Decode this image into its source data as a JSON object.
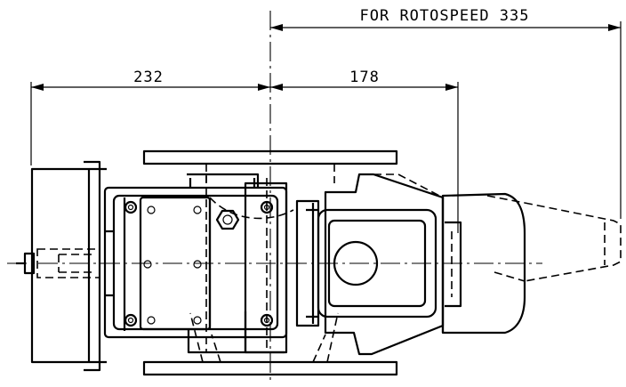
{
  "dimensions": {
    "overall_label": "FOR ROTOSPEED 335",
    "left_label": "232",
    "right_label": "178"
  },
  "icons": [
    "bolt-icon",
    "hex-nut-icon",
    "shaft-icon"
  ]
}
